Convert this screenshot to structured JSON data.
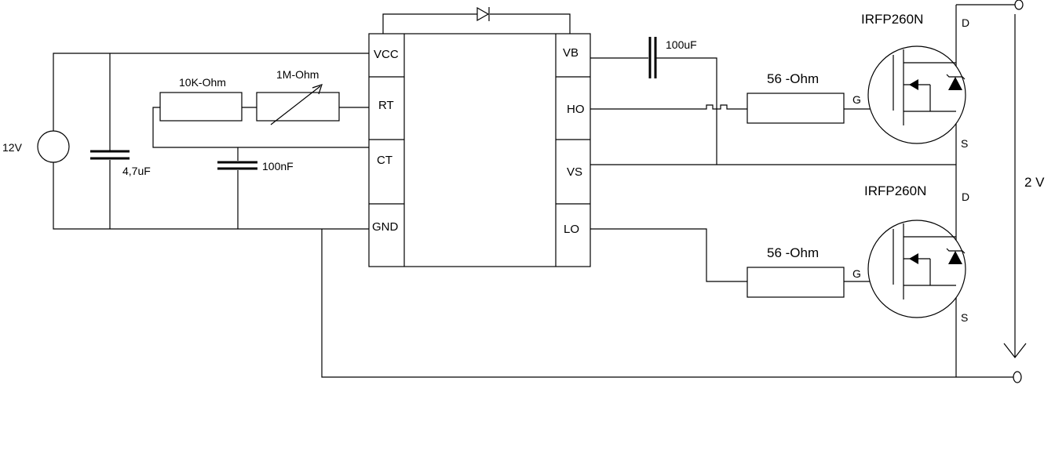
{
  "supply": {
    "label": "12V"
  },
  "capacitors": {
    "c_supply": "4,7uF",
    "c_timing": "100nF",
    "c_bootstrap": "100uF"
  },
  "resistors": {
    "r_fixed": "10K-Ohm",
    "r_variable": "1M-Ohm",
    "r_gate_high": "56 -Ohm",
    "r_gate_low": "56 -Ohm"
  },
  "ic": {
    "left_pins": [
      "VCC",
      "RT",
      "CT",
      "GND"
    ],
    "right_pins": [
      "VB",
      "HO",
      "VS",
      "LO"
    ]
  },
  "mosfets": [
    {
      "part": "IRFP260N",
      "drain": "D",
      "gate": "G",
      "source": "S"
    },
    {
      "part": "IRFP260N",
      "drain": "D",
      "gate": "G",
      "source": "S"
    }
  ],
  "output": {
    "voltage_label": "2 V"
  }
}
